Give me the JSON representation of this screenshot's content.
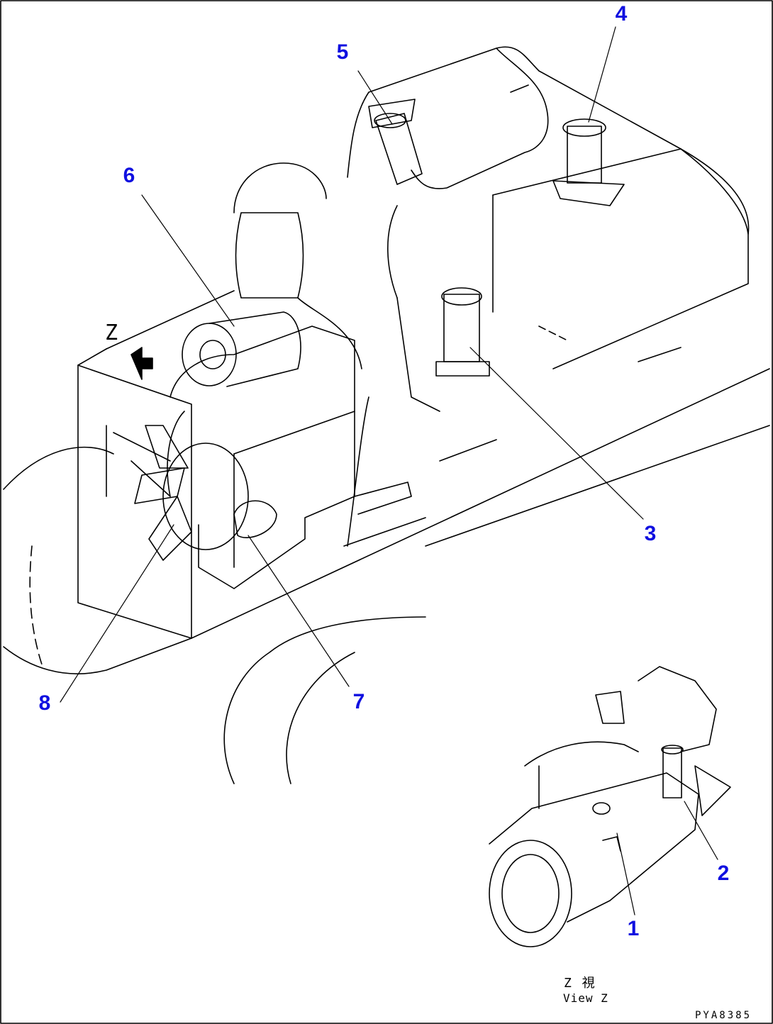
{
  "colors": {
    "callout": "#1010e0",
    "line": "#000000",
    "background": "#ffffff"
  },
  "callouts": [
    {
      "id": "1",
      "label": "1"
    },
    {
      "id": "2",
      "label": "2"
    },
    {
      "id": "3",
      "label": "3"
    },
    {
      "id": "4",
      "label": "4"
    },
    {
      "id": "5",
      "label": "5"
    },
    {
      "id": "6",
      "label": "6"
    },
    {
      "id": "7",
      "label": "7"
    },
    {
      "id": "8",
      "label": "8"
    }
  ],
  "view_marker": "Z",
  "view_caption_jp": "Z 視",
  "view_caption_en": "View Z",
  "drawing_code": "PYA8385"
}
